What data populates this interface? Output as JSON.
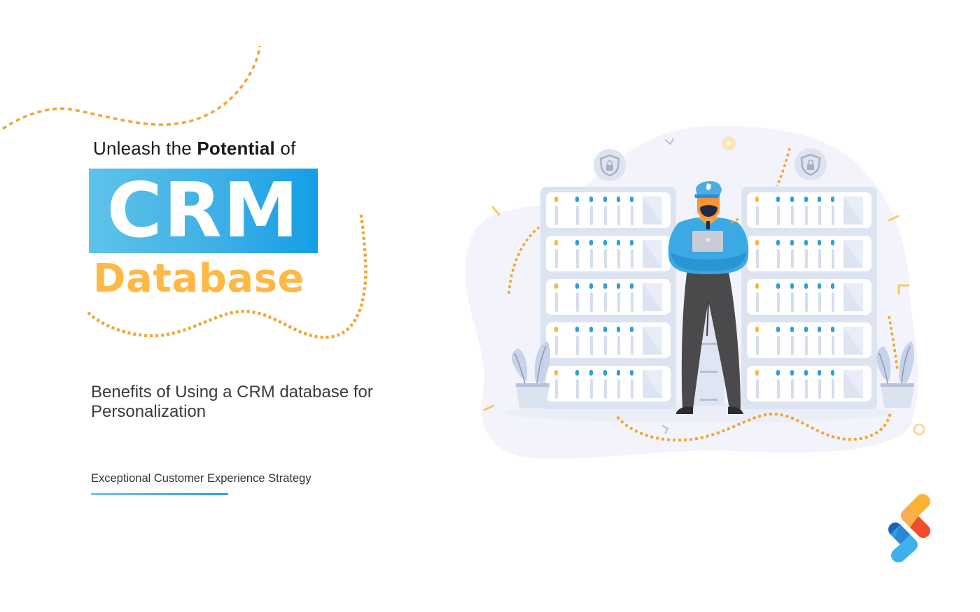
{
  "slide": {
    "kicker": {
      "prefix": "Unleash the ",
      "emphasis": "Potential",
      "suffix": " of"
    },
    "headline": "CRM",
    "headline_sub": "Database",
    "subtitle": "Benefits of Using a CRM database for Personalization",
    "tagline": "Exceptional Customer Experience Strategy"
  },
  "colors": {
    "brand_blue": "#149ee6",
    "brand_blue_light": "#5ec3ea",
    "accent_orange": "#ffb846",
    "dash_orange": "#f2a533",
    "text_dark": "#1a1a1a",
    "server_gray": "#dce3f1"
  },
  "illustration": {
    "subject": "security-guard-with-servers",
    "icons": [
      "shield-lock-icon",
      "shield-lock-icon",
      "server-rack-icon",
      "server-rack-icon",
      "plant-icon",
      "plant-icon",
      "laptop-icon"
    ]
  },
  "logo": {
    "name": "brand-logo-icon"
  }
}
